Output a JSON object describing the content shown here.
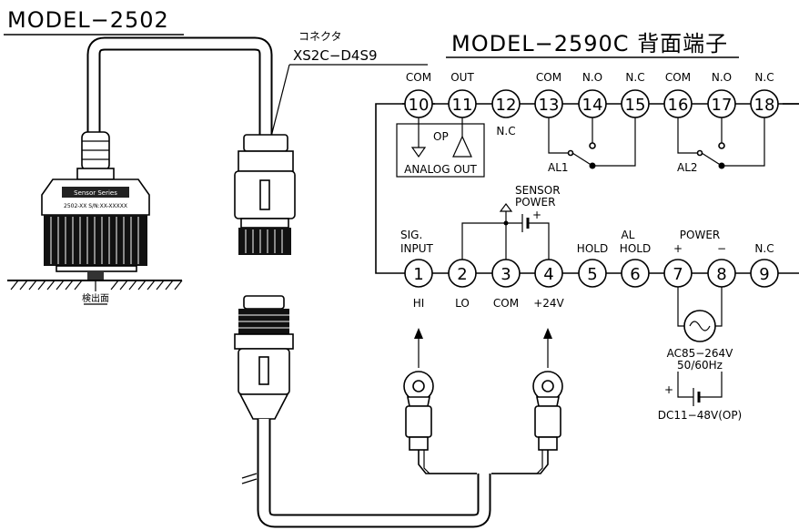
{
  "left_title": "MODEL−2502",
  "connector_label": "コネクタ",
  "connector_model": "XS2C−D4S9",
  "right_title": "MODEL−2590C 背面端子",
  "sensor_plate_text": "Sensor Series",
  "sensor_model_text": "2502-XX  S/N:XX-XXXXX",
  "detect_surface": "検出面",
  "top_terminals": [
    {
      "num": "10",
      "label": "COM"
    },
    {
      "num": "11",
      "label": "OUT"
    },
    {
      "num": "12",
      "label": "N.C"
    },
    {
      "num": "13",
      "label": "COM"
    },
    {
      "num": "14",
      "label": "N.O"
    },
    {
      "num": "15",
      "label": "N.C"
    },
    {
      "num": "16",
      "label": "COM"
    },
    {
      "num": "17",
      "label": "N.O"
    },
    {
      "num": "18",
      "label": "N.C"
    }
  ],
  "bottom_terminals": [
    {
      "num": "1",
      "top1": "SIG.",
      "top2": "INPUT",
      "bottom": "HI"
    },
    {
      "num": "2",
      "top1": "",
      "top2": "",
      "bottom": "LO"
    },
    {
      "num": "3",
      "top1": "",
      "top2": "",
      "bottom": "COM"
    },
    {
      "num": "4",
      "top1": "",
      "top2": "",
      "bottom": "+24V"
    },
    {
      "num": "5",
      "top1": "",
      "top2": "HOLD",
      "bottom": ""
    },
    {
      "num": "6",
      "top1": "AL",
      "top2": "HOLD",
      "bottom": ""
    },
    {
      "num": "7",
      "top1": "",
      "top2": "+",
      "bottom": ""
    },
    {
      "num": "8",
      "top1": "",
      "top2": "−",
      "bottom": ""
    },
    {
      "num": "9",
      "top1": "",
      "top2": "N.C",
      "bottom": ""
    }
  ],
  "op_label": "OP",
  "analog_out": "ANALOG OUT",
  "al1": "AL1",
  "al2": "AL2",
  "sensor_power_1": "SENSOR",
  "sensor_power_2": "POWER",
  "plus_sign": "+",
  "power_label": "POWER",
  "ac_range": "AC85−264V",
  "ac_freq": "50/60Hz",
  "dc_range": "DC11−48V(OP)",
  "dc_plus": "+"
}
